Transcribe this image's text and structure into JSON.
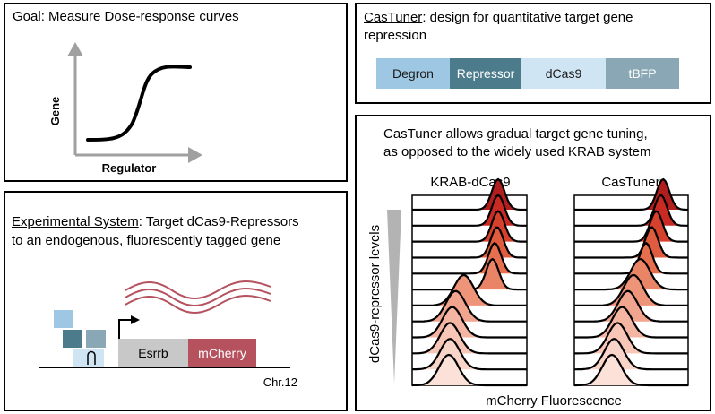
{
  "goal": {
    "heading": "Goal",
    "text": ": Measure Dose-response curves",
    "y_label": "Gene",
    "x_label": "Regulator"
  },
  "castuner": {
    "heading": "CasTuner",
    "text_line1": ": design for quantitative target gene",
    "text_line2": "repression",
    "blocks": [
      {
        "label": "Degron",
        "color": "#9ec7e4",
        "text_color": "#1a1a1a"
      },
      {
        "label": "Repressor",
        "color": "#4c7b8c",
        "text_color": "#ffffff"
      },
      {
        "label": "dCas9",
        "color": "#cfe5f3",
        "text_color": "#1a1a1a"
      },
      {
        "label": "tBFP",
        "color": "#8aa7b5",
        "text_color": "#ffffff"
      }
    ]
  },
  "experimental": {
    "heading": "Experimental System",
    "text_line1": ": Target dCas9-Repressors",
    "text_line2": "to an endogenous, fluorescently tagged gene",
    "gene_label": "Esrrb",
    "reporter_label": "mCherry",
    "chromosome": "Chr.12",
    "gene_color": "#c8c8c8",
    "reporter_color": "#b5525e"
  },
  "comparison": {
    "title_line1": "CasTuner allows gradual target gene tuning,",
    "title_line2": "as opposed to the widely used KRAB system",
    "left_title": "KRAB-dCas9",
    "right_title": "CasTuner",
    "y_axis": "dCas9-repressor levels",
    "x_axis": "mCherry Fluorescence",
    "fill_colors": [
      "#b11e1e",
      "#c92b24",
      "#d6412e",
      "#e05c3e",
      "#e66f4e",
      "#ea8467",
      "#ee9479",
      "#f1a48e",
      "#f4b5a2",
      "#f7c6b6",
      "#f9d4c8",
      "#fbe1d8"
    ],
    "krab_peaks": [
      0.75,
      0.75,
      0.75,
      0.74,
      0.72,
      0.7,
      0.45,
      0.38,
      0.35,
      0.33,
      0.33,
      0.32
    ],
    "castuner_peaks": [
      0.78,
      0.76,
      0.72,
      0.68,
      0.63,
      0.58,
      0.52,
      0.47,
      0.42,
      0.38,
      0.35,
      0.33
    ]
  }
}
